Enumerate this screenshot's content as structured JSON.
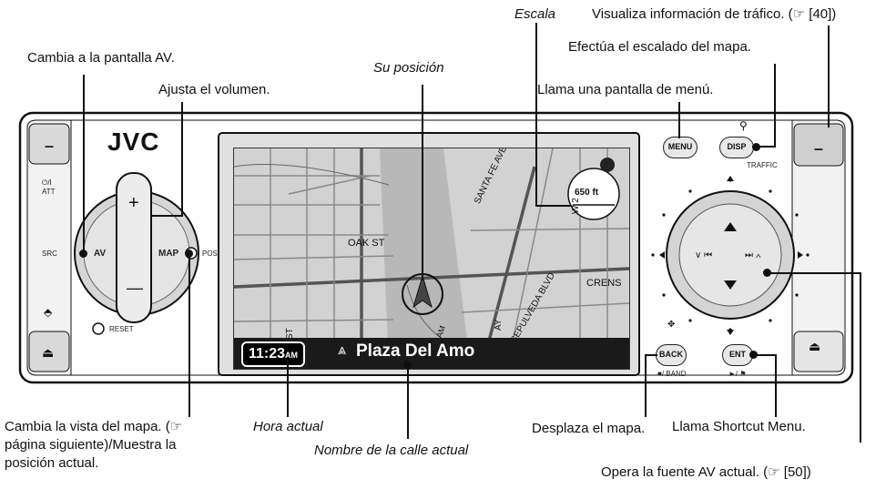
{
  "device": {
    "brand_logo": "JVC",
    "buttons": {
      "av": "AV",
      "map": "MAP",
      "pos": "POS",
      "src": "SRC",
      "power_att": "⏻/I\nATT",
      "reset": "RESET",
      "menu": "MENU",
      "disp": "DISP",
      "traffic": "TRAFFIC",
      "back": "BACK",
      "band": "■/ BAND",
      "ent": "ENT",
      "play": "►/ ⚑",
      "vol_up": "+",
      "vol_down": "—",
      "minus_left": "–",
      "minus_right": "–"
    }
  },
  "screen": {
    "time": "11:23",
    "ampm": "AM",
    "street_current": "Plaza Del Amo",
    "scale": "650 ft",
    "map_labels": [
      "OAK ST",
      "SANTA FE AVE",
      "SEPULVEDA BLVD",
      "CRENS",
      "W 2",
      "AY",
      "ST",
      "AM"
    ]
  },
  "annotations": {
    "escala": "Escala",
    "traffic_info": "Visualiza información de tráfico. (☞ [40])",
    "av_screen": "Cambia a la pantalla AV.",
    "scaling": "Efectúa el escalado del mapa.",
    "su_posicion": "Su posición",
    "volume": "Ajusta el volumen.",
    "menu_screen": "Llama una pantalla de menú.",
    "map_view_1": "Cambia la vista del mapa. (☞",
    "map_view_2": "página siguiente)/Muestra la",
    "map_view_3": "posición actual.",
    "hora_actual": "Hora actual",
    "nombre_calle": "Nombre de la calle actual",
    "desplaza": "Desplaza el mapa.",
    "shortcut": "Llama Shortcut Menu.",
    "opera_av": "Opera la fuente AV actual. (☞ [50])"
  }
}
